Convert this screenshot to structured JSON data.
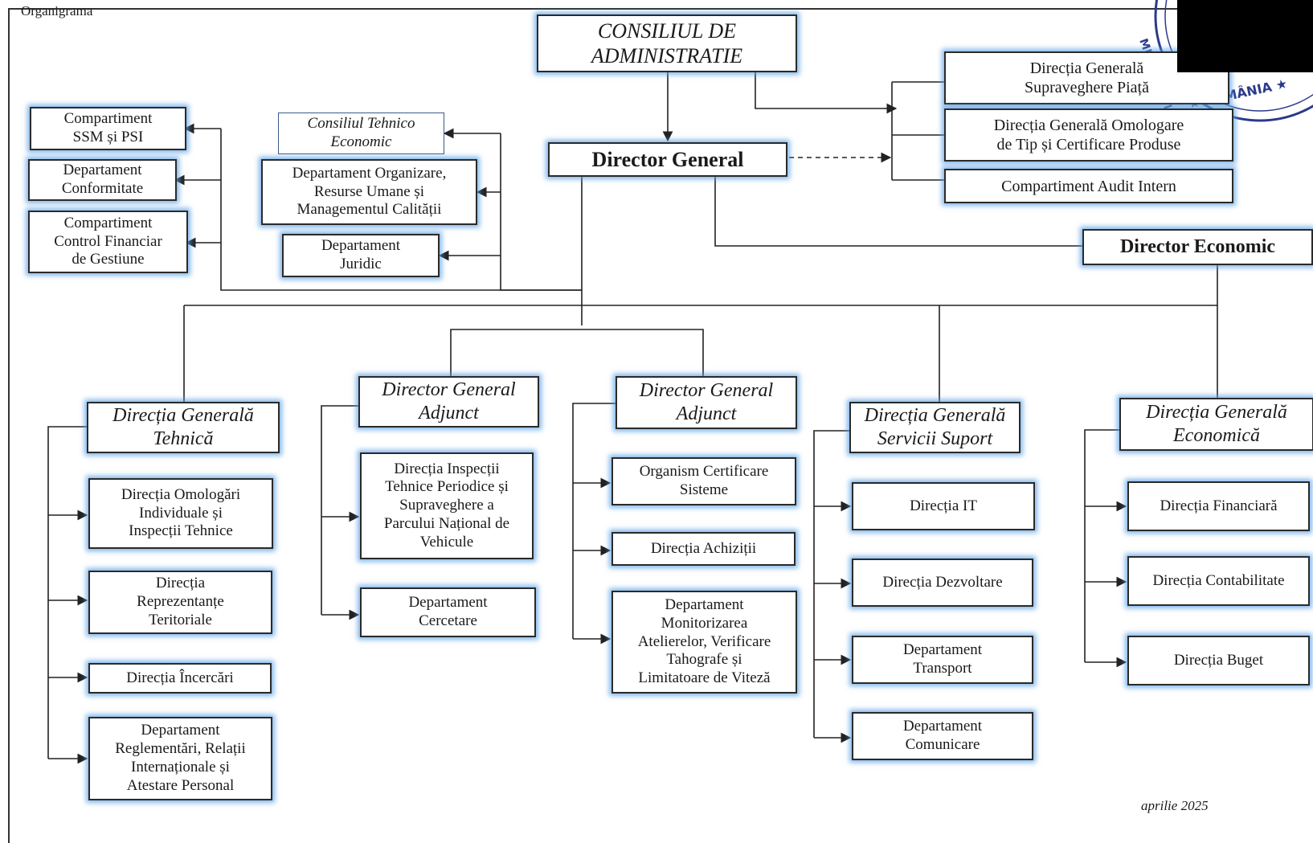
{
  "header": {
    "label": "Organigrama",
    "date": "aprilie 2025"
  },
  "stamp": {
    "text": "MINISTERUL ★ ROMÂNIA ★"
  },
  "top": {
    "council": "CONSILIUL DE\nADMINISTRATIE",
    "director_general": "Director General",
    "director_economic": "Director Economic"
  },
  "right_boxes": [
    "Direcția Generală\nSupraveghere Piață",
    "Direcția Generală Omologare\nde Tip și Certificare Produse",
    "Compartiment Audit Intern"
  ],
  "left_boxes": [
    "Compartiment\nSSM și PSI",
    "Departament\nConformitate",
    "Compartiment\nControl Financiar\nde Gestiune"
  ],
  "mid_boxes": [
    "Consiliul Tehnico\nEconomic",
    "Departament Organizare,\nResurse Umane și\nManagementul Calității",
    "Departament\nJuridic"
  ],
  "columns": [
    {
      "head": "Direcția Generală\nTehnică",
      "items": [
        "Direcția Omologări\nIndividuale și\nInspecții Tehnice",
        "Direcția\nReprezentanțe\nTeritoriale",
        "Direcția Încercări",
        "Departament\nReglementări, Relații\nInternaționale și\nAtestare Personal"
      ]
    },
    {
      "head": "Director General\nAdjunct",
      "items": [
        "Direcția Inspecții\nTehnice Periodice și\nSupraveghere a\nParcului Național de\nVehicule",
        "Departament\nCercetare"
      ]
    },
    {
      "head": "Director General\nAdjunct",
      "items": [
        "Organism Certificare\nSisteme",
        "Direcția Achiziții",
        "Departament\nMonitorizarea\nAtelierelor, Verificare\nTahografe și\nLimitatoare de Viteză"
      ]
    },
    {
      "head": "Direcția Generală\nServicii Suport",
      "items": [
        "Direcția IT",
        "Direcția Dezvoltare",
        "Departament\nTransport",
        "Departament\nComunicare"
      ]
    },
    {
      "head": "Direcția Generală\nEconomică",
      "items": [
        "Direcția Financiară",
        "Direcția Contabilitate",
        "Direcția Buget"
      ]
    }
  ]
}
